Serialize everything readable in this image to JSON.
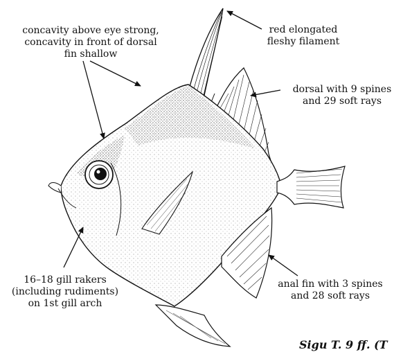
{
  "labels": {
    "concavity": "concavity above eye strong,\nconcavity in front of dorsal\nfin shallow",
    "filament": "red elongated\nfleshy filament",
    "dorsal": "dorsal with 9 spines\nand 29 soft rays",
    "gill": "16–18 gill rakers\n(including rudiments)\non 1st gill arch",
    "anal": "anal fin with 3 spines\nand 28 soft rays"
  },
  "cut_text": "Sigu T. 9    ff. (T",
  "colors": {
    "ink": "#111111",
    "body": "#ffffff",
    "stipple": "#555555"
  },
  "icons": {
    "fish": "fish-illustration"
  }
}
